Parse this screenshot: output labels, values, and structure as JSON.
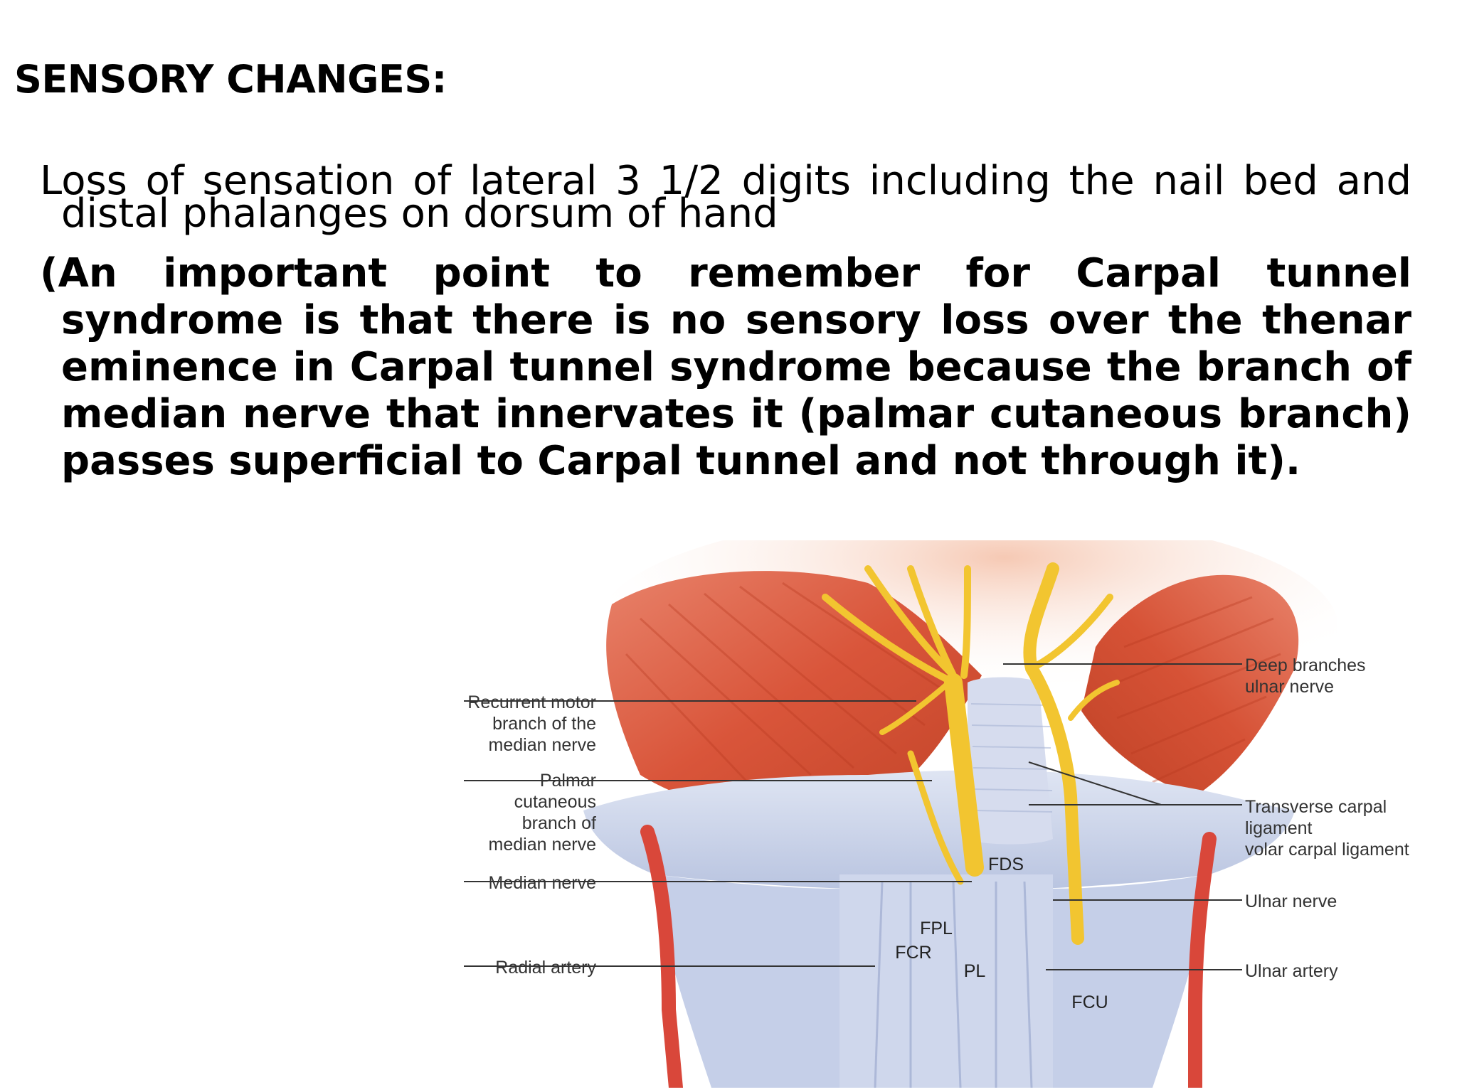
{
  "heading": "SENSORY CHANGES:",
  "paragraph1": {
    "line1": "Loss of sensation of lateral 3 1/2 digits including the nail bed and",
    "line2": "distal phalanges on  dorsum of hand"
  },
  "paragraph2": "(An important point to remember for Carpal tunnel syndrome is that there is no sensory loss over  the thenar eminence in Carpal tunnel syndrome because the branch of median nerve that innervates it (palmar cutaneous branch) passes superficial to Carpal tunnel and not through it).",
  "figure": {
    "left_labels": {
      "recurrent": [
        "Recurrent motor",
        "branch of the",
        "median nerve"
      ],
      "palmar": [
        "Palmar",
        "cutaneous",
        "branch of",
        "median nerve"
      ],
      "median": "Median nerve",
      "radial": "Radial artery"
    },
    "right_labels": {
      "deep": [
        "Deep branches",
        "ulnar nerve"
      ],
      "transverse": [
        "Transverse carpal",
        "ligament",
        "volar carpal ligament"
      ],
      "ulnar_nerve": "Ulnar nerve",
      "ulnar_artery": "Ulnar artery"
    },
    "structure_labels": {
      "fds": "FDS",
      "fpl": "FPL",
      "fcr": "FCR",
      "pl": "PL",
      "fcu": "FCU"
    },
    "colors": {
      "muscle": "#d9553a",
      "nerve": "#f2c530",
      "ligament": "#c9d3ea",
      "artery": "#d9473a"
    }
  }
}
